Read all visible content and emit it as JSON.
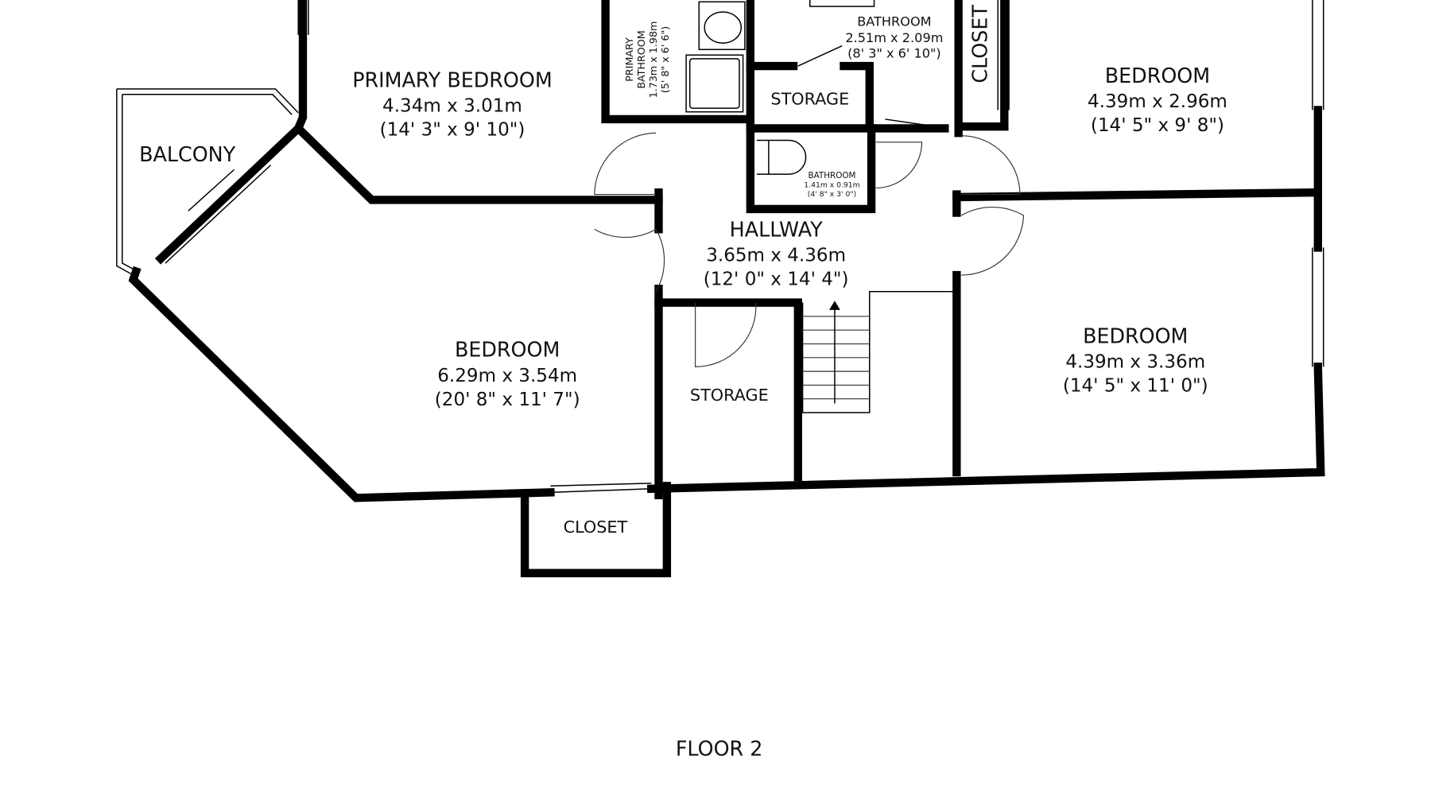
{
  "floor_label": "FLOOR 2",
  "rooms": {
    "primary_bedroom": {
      "name": "PRIMARY BEDROOM",
      "metric": "4.34m x 3.01m",
      "imperial": "(14' 3\" x 9' 10\")"
    },
    "primary_bathroom": {
      "name1": "PRIMARY",
      "name2": "BATHROOM",
      "metric": "1.73m x 1.98m",
      "imperial": "(5' 8\" x 6' 6\")"
    },
    "bathroom_top": {
      "name": "BATHROOM",
      "metric": "2.51m x 2.09m",
      "imperial": "(8' 3\" x 6' 10\")"
    },
    "storage_top": {
      "name": "STORAGE"
    },
    "closet_top": {
      "name": "CLOSET"
    },
    "bedroom_top_right": {
      "name": "BEDROOM",
      "metric": "4.39m x 2.96m",
      "imperial": "(14' 5\" x 9' 8\")"
    },
    "balcony": {
      "name": "BALCONY"
    },
    "bathroom_small": {
      "name": "BATHROOM",
      "metric": "1.41m x 0.91m",
      "imperial": "(4' 8\" x 3' 0\")"
    },
    "hallway": {
      "name": "HALLWAY",
      "metric": "3.65m x 4.36m",
      "imperial": "(12' 0\" x 14' 4\")"
    },
    "bedroom_left": {
      "name": "BEDROOM",
      "metric": "6.29m x 3.54m",
      "imperial": "(20' 8\" x 11' 7\")"
    },
    "storage_mid": {
      "name": "STORAGE"
    },
    "bedroom_bottom_right": {
      "name": "BEDROOM",
      "metric": "4.39m x 3.36m",
      "imperial": "(14' 5\" x 11' 0\")"
    },
    "closet_bottom": {
      "name": "CLOSET"
    }
  }
}
